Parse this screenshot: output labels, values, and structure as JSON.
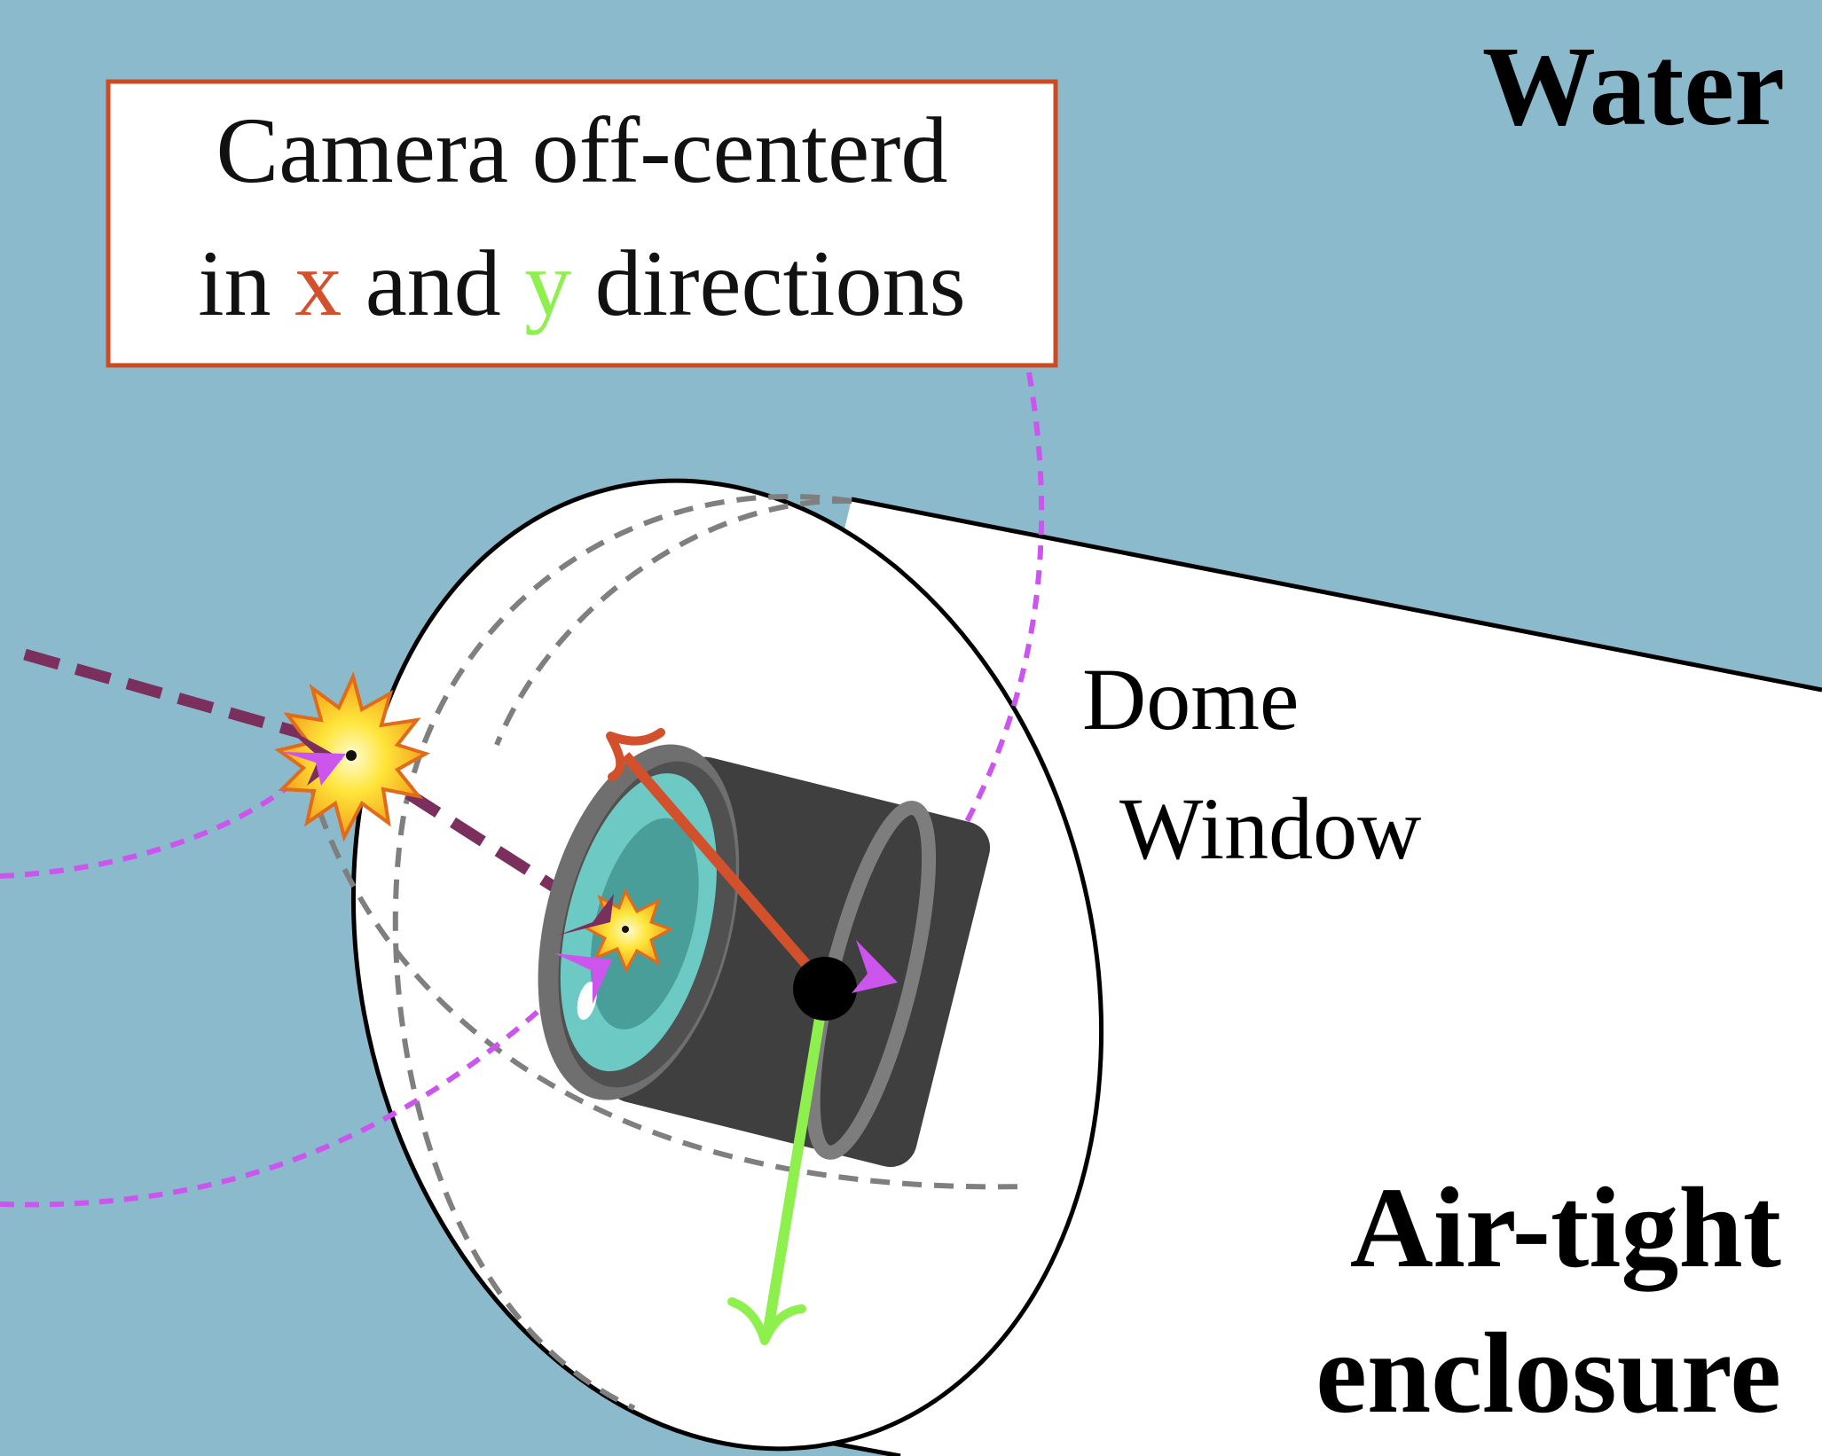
{
  "labels": {
    "water": "Water",
    "enclosure_line1": "Air-tight",
    "enclosure_line2": "enclosure",
    "dome_line1": "Dome",
    "dome_line2": "Window"
  },
  "callout": {
    "line1": "Camera off-centerd",
    "line2_prefix": "in ",
    "line2_x": "x",
    "line2_mid": " and ",
    "line2_y": "y",
    "line2_suffix": " directions"
  },
  "colors": {
    "water": "#8bbacd",
    "enclosure": "#ffffff",
    "callout_border": "#cc4b22",
    "x_axis": "#d2502b",
    "y_axis": "#8ef04c",
    "light_ray": "#cc55ee",
    "dark_ray": "#7a2f5c",
    "guide_circle": "#7f7f7f",
    "lens_glass": "#6dc9c4",
    "camera_body": "#3f3f3f"
  }
}
